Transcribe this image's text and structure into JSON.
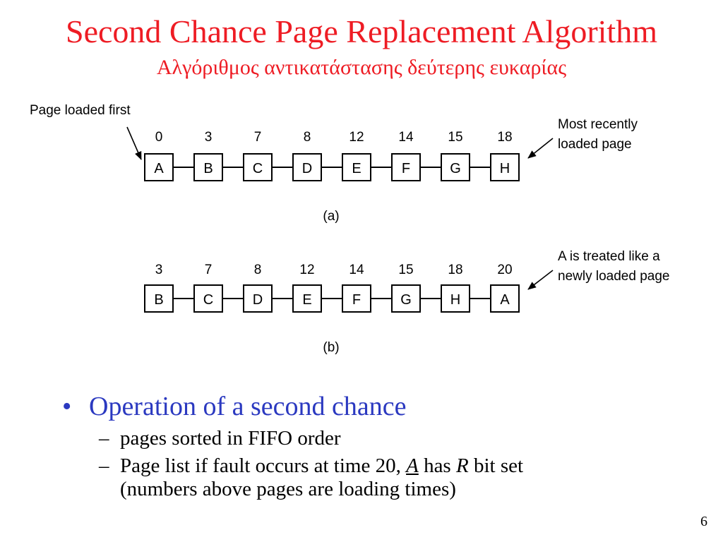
{
  "slide": {
    "title": "Second Chance Page Replacement Algorithm",
    "subtitle": "Αλγόριθμος αντικατάστασης δεύτερης ευκαρίας",
    "page_number": "6"
  },
  "diagram": {
    "a": {
      "caption": "(a)",
      "pages": [
        {
          "label": "A",
          "time": "0"
        },
        {
          "label": "B",
          "time": "3"
        },
        {
          "label": "C",
          "time": "7"
        },
        {
          "label": "D",
          "time": "8"
        },
        {
          "label": "E",
          "time": "12"
        },
        {
          "label": "F",
          "time": "14"
        },
        {
          "label": "G",
          "time": "15"
        },
        {
          "label": "H",
          "time": "18"
        }
      ],
      "left_note": [
        "Page loaded first"
      ],
      "right_note": [
        "Most recently",
        "loaded page"
      ]
    },
    "b": {
      "caption": "(b)",
      "pages": [
        {
          "label": "B",
          "time": "3"
        },
        {
          "label": "C",
          "time": "7"
        },
        {
          "label": "D",
          "time": "8"
        },
        {
          "label": "E",
          "time": "12"
        },
        {
          "label": "F",
          "time": "14"
        },
        {
          "label": "G",
          "time": "15"
        },
        {
          "label": "H",
          "time": "18"
        },
        {
          "label": "A",
          "time": "20"
        }
      ],
      "right_note": [
        "A is treated like a",
        "newly loaded page"
      ]
    }
  },
  "bullets": {
    "main": "Operation of a second chance",
    "sub1": "pages sorted in FIFO order",
    "sub2_pre": "Page list if fault occurs at time 20, ",
    "sub2_a": "A",
    "sub2_mid": " has ",
    "sub2_r": "R",
    "sub2_post": " bit set",
    "sub2_line2": "(numbers above pages are loading times)"
  },
  "colors": {
    "title": "#ee1c24",
    "bullet": "#2b39c0"
  }
}
